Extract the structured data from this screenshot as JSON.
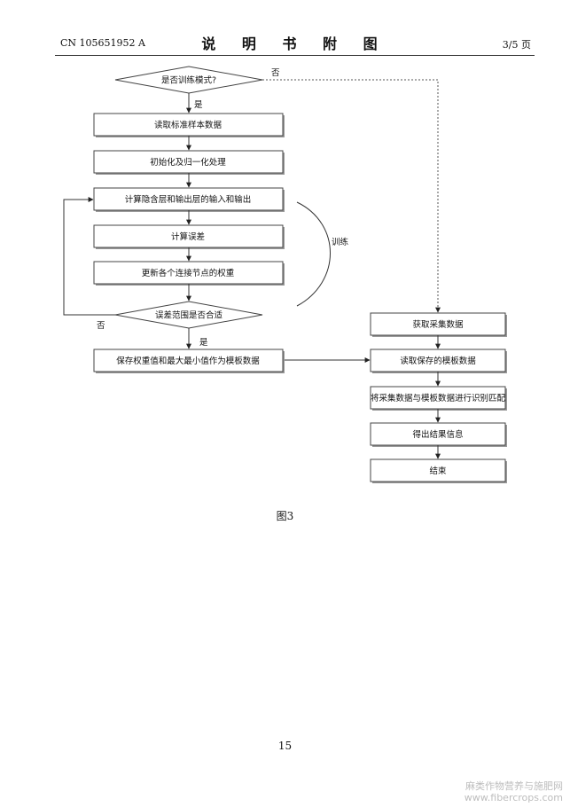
{
  "header": {
    "patent_no": "CN 105651952 A",
    "title": "说 明 书 附 图",
    "page_of": "3/5 页"
  },
  "flow": {
    "decision_training_mode": "是否训练模式?",
    "yes_1": "是",
    "no_1": "否",
    "read_standard_samples": "读取标准样本数据",
    "init_normalize": "初始化及归一化处理",
    "compute_hidden_output": "计算隐含层和输出层的输入和输出",
    "compute_error": "计算误差",
    "update_weights": "更新各个连接节点的权重",
    "train_label": "训练",
    "decision_error_ok": "误差范围是否合适",
    "no_2": "否",
    "yes_2": "是",
    "save_template": "保存权重值和最大最小值作为模板数据",
    "acquire_data": "获取采集数据",
    "read_saved_template": "读取保存的模板数据",
    "match": "将采集数据与模板数据进行识别匹配",
    "output_result": "得出结果信息",
    "end": "结束"
  },
  "caption": "图3",
  "page_number": "15",
  "watermark": {
    "line1": "麻类作物营养与施肥网",
    "line2": "www.fibercrops.com"
  }
}
